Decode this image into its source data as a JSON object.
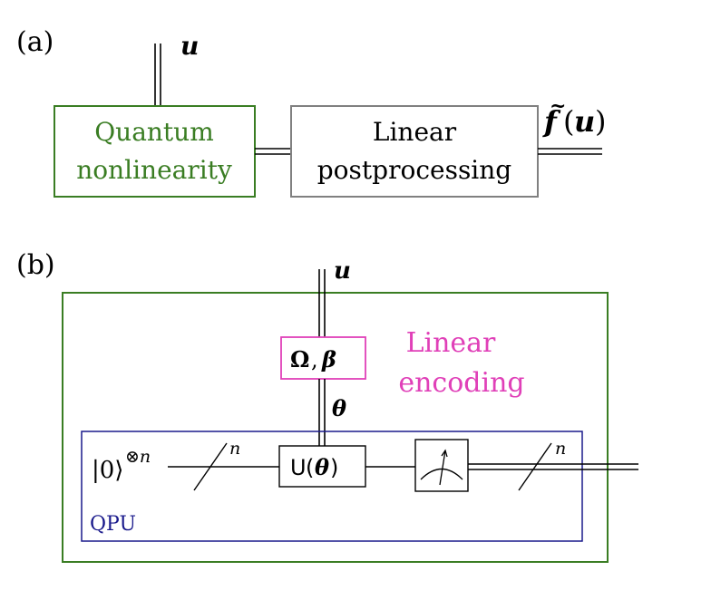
{
  "panel_a": {
    "label": "(a)",
    "input_symbol": "u",
    "nonlinear_block": {
      "line1": "Quantum",
      "line2": "nonlinearity"
    },
    "linear_block": {
      "line1": "Linear",
      "line2": "postprocessing"
    },
    "output": {
      "f": "f",
      "tilde": "~",
      "open": "(",
      "u": "u",
      "close": ")"
    }
  },
  "panel_b": {
    "label": "(b)",
    "input_symbol": "u",
    "encoding_box": {
      "omega": "Ω",
      "comma": ",",
      "beta": "β"
    },
    "encoding_text": {
      "line1": "Linear",
      "line2": "encoding"
    },
    "theta_symbol": "θ",
    "qpu_label": "QPU",
    "state": {
      "ket": "|0⟩",
      "power": "⊗n"
    },
    "n_label_1": "n",
    "n_label_2": "n",
    "unitary": {
      "U": "U",
      "open": "(",
      "theta": "θ",
      "close": ")"
    }
  },
  "colors": {
    "green": "#3a7d23",
    "gray": "#808080",
    "magenta": "#e040b8",
    "navy": "#1a1a8c",
    "black": "#000000"
  },
  "icons": [
    "meter-icon",
    "slash-icon"
  ]
}
